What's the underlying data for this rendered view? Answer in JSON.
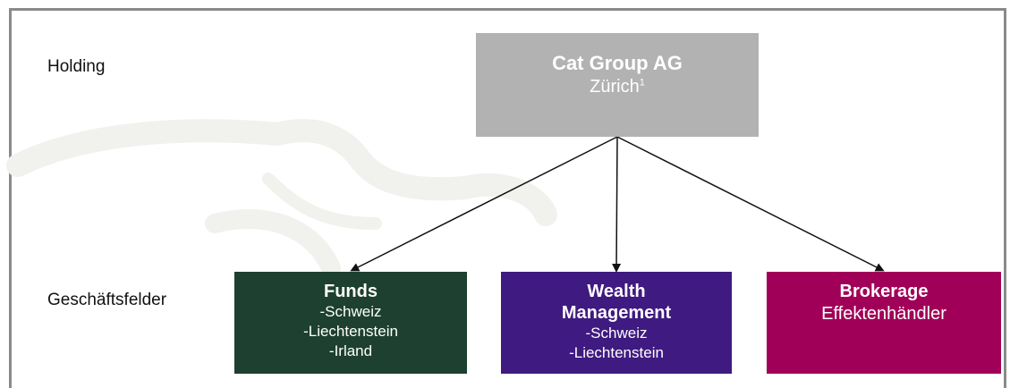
{
  "labels": {
    "holding": "Holding",
    "business_fields": "Geschäftsfelder"
  },
  "holding": {
    "name": "Cat Group AG",
    "city": "Zürich",
    "footnote": "1"
  },
  "divisions": {
    "funds": {
      "title": "Funds",
      "items": [
        "-Schweiz",
        "-Liechtenstein",
        "-Irland"
      ]
    },
    "wealth": {
      "title_line1": "Wealth",
      "title_line2": "Management",
      "items": [
        "-Schweiz",
        "-Liechtenstein"
      ]
    },
    "brokerage": {
      "title": "Brokerage",
      "subtitle": "Effektenhändler"
    }
  },
  "colors": {
    "holding": "#b2b2b2",
    "funds": "#1d4030",
    "wealth": "#3f1a80",
    "brokerage": "#a10058",
    "frame": "#8a8a8a"
  }
}
